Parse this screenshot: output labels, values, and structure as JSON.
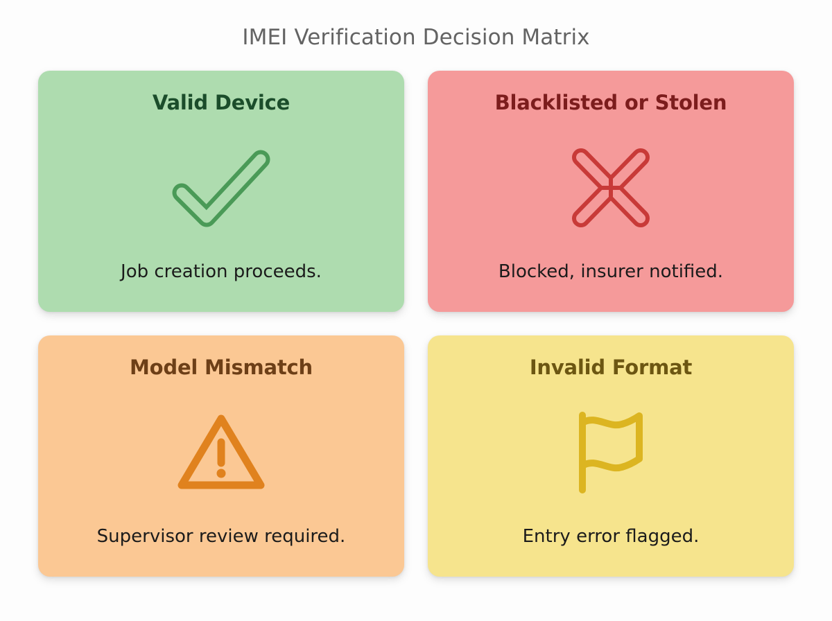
{
  "page": {
    "title": "IMEI Verification Decision Matrix",
    "background_color": "#fdfdfd",
    "title_color": "#636363"
  },
  "cards": [
    {
      "id": "valid-device",
      "title": "Valid Device",
      "caption": "Job creation proceeds.",
      "icon": "check-icon",
      "background_color": "#aedcaf",
      "title_color": "#1b4d2b",
      "icon_color": "#4a9a57",
      "caption_color": "#1b1b1b"
    },
    {
      "id": "blacklisted-or-stolen",
      "title": "Blacklisted or Stolen",
      "caption": "Blocked, insurer notified.",
      "icon": "cross-icon",
      "background_color": "#f59a9a",
      "title_color": "#7c1d1d",
      "icon_color": "#c83a38",
      "caption_color": "#1b1b1b"
    },
    {
      "id": "model-mismatch",
      "title": "Model Mismatch",
      "caption": "Supervisor review required.",
      "icon": "warning-triangle-icon",
      "background_color": "#fbc894",
      "title_color": "#6d3f17",
      "icon_color": "#e0821e",
      "caption_color": "#1b1b1b"
    },
    {
      "id": "invalid-format",
      "title": "Invalid Format",
      "caption": "Entry error flagged.",
      "icon": "flag-icon",
      "background_color": "#f6e48d",
      "title_color": "#6c5612",
      "icon_color": "#dcb521",
      "caption_color": "#1b1b1b"
    }
  ]
}
